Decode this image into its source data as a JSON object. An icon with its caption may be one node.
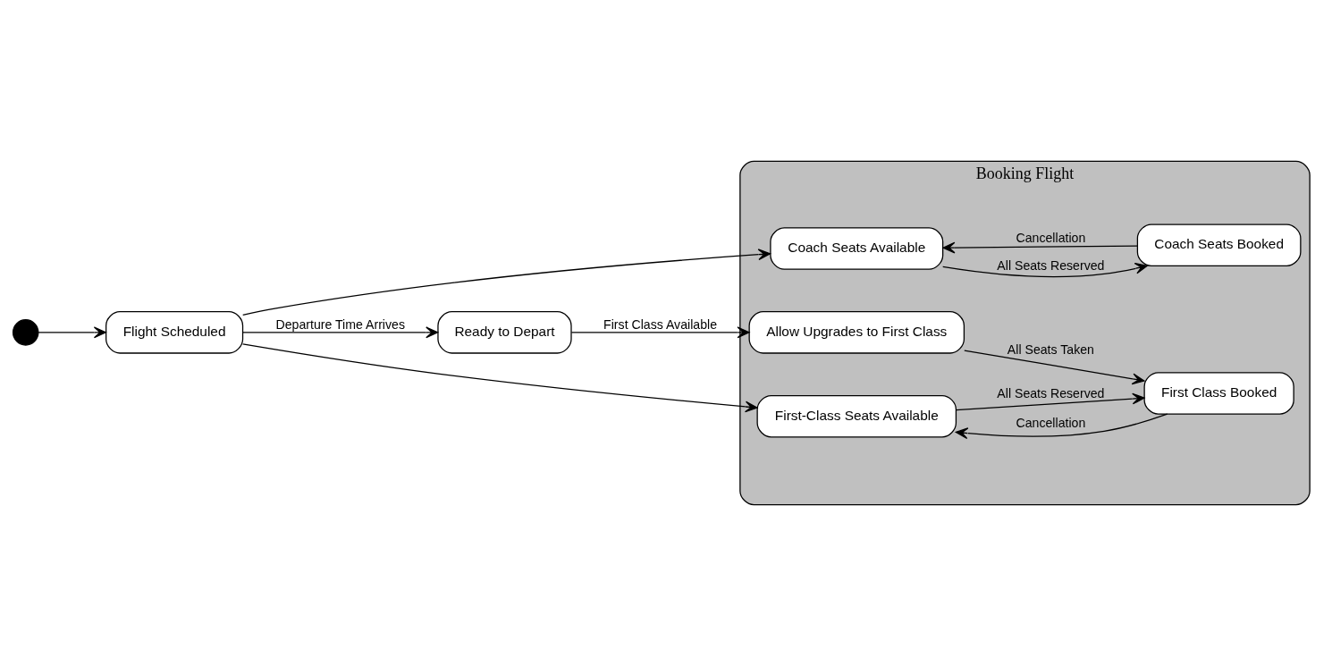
{
  "diagram": {
    "nodes": [
      {
        "text": [],
        "shape": "circle"
      },
      {
        "text": [
          "Flight Scheduled"
        ]
      },
      {
        "text": [
          "Ready to Depart"
        ]
      },
      {
        "text": [
          "Booking Flight"
        ]
      },
      {
        "text": [
          "Coach Seats Available"
        ],
        "in": 3
      },
      {
        "text": [
          "Coach Seats Booked"
        ],
        "in": 3
      },
      {
        "text": [
          "First-Class Seats Available"
        ],
        "in": 3
      },
      {
        "text": [
          "First Class Booked"
        ],
        "in": 3
      },
      {
        "text": [
          "Allow Upgrades to First Class"
        ],
        "in": 3
      }
    ],
    "edges": [
      {
        "from": 0,
        "to": 1,
        "arrow": "to"
      },
      {
        "from": 1,
        "to": 4,
        "arrow": "to"
      },
      {
        "from": 1,
        "to": 6,
        "arrow": "to"
      },
      {
        "from": 1,
        "to": 2,
        "arrow": "to",
        "label": "Departure Time Arrives"
      },
      {
        "from": 4,
        "to": 5,
        "arrow": "to",
        "label": "All Seats Reserved"
      },
      {
        "from": 5,
        "to": 4,
        "arrow": "to",
        "label": "Cancellation"
      },
      {
        "from": 6,
        "to": 7,
        "arrow": "to",
        "label": "All Seats Reserved"
      },
      {
        "from": 7,
        "to": 6,
        "arrow": "to",
        "label": "Cancellation"
      },
      {
        "from": 2,
        "to": 8,
        "arrow": "to",
        "label": "First Class Available"
      },
      {
        "from": 8,
        "to": 7,
        "arrow": "to",
        "label": "All Seats Taken"
      }
    ]
  }
}
